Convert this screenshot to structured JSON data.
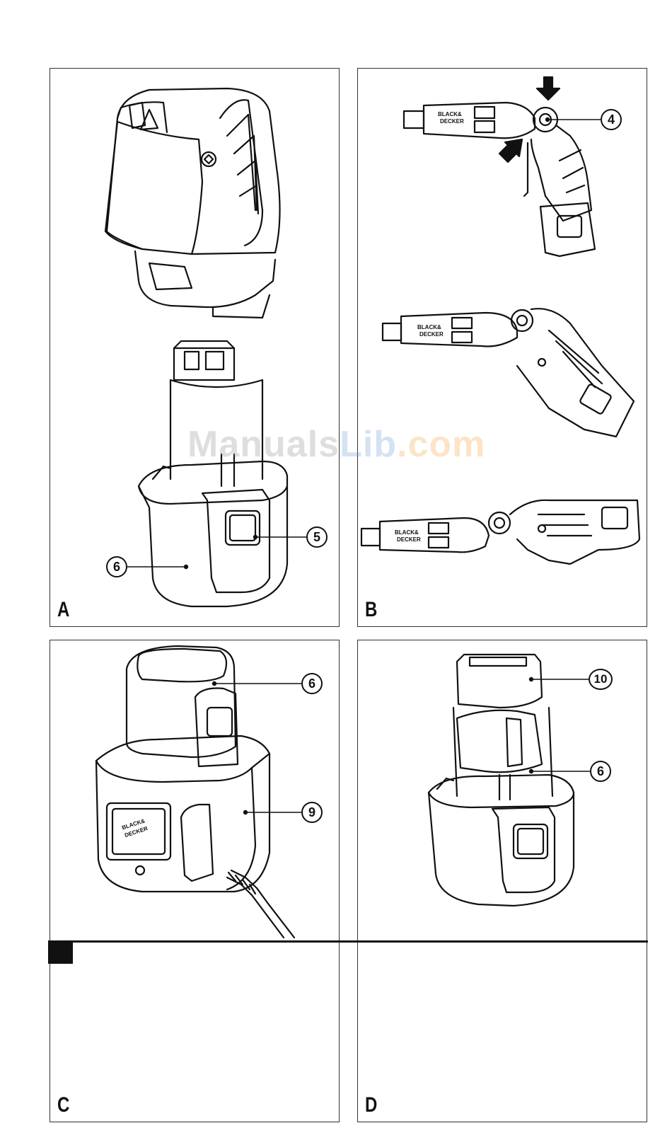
{
  "panels": {
    "a": {
      "letter": "A",
      "callouts": {
        "c5": "5",
        "c6": "6"
      }
    },
    "b": {
      "letter": "B",
      "callouts": {
        "c4": "4"
      }
    },
    "c": {
      "letter": "C",
      "callouts": {
        "c6": "6",
        "c9": "9"
      }
    },
    "d": {
      "letter": "D",
      "callouts": {
        "c10": "10",
        "c6": "6"
      }
    }
  },
  "brand": {
    "line1": "BLACK&",
    "line2": "DECKER"
  },
  "watermark": {
    "part1": "Manuals",
    "part2": "Lib",
    "part3": ".com"
  }
}
